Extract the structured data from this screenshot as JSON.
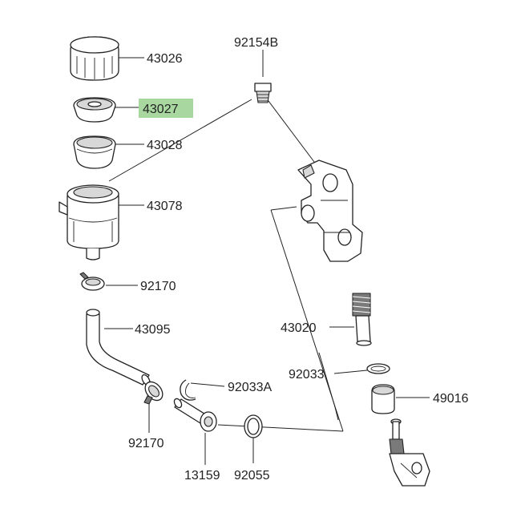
{
  "parts": [
    {
      "id": "43026",
      "label": "43026",
      "highlighted": false
    },
    {
      "id": "43027",
      "label": "43027",
      "highlighted": true
    },
    {
      "id": "43028",
      "label": "43028",
      "highlighted": false
    },
    {
      "id": "43078",
      "label": "43078",
      "highlighted": false
    },
    {
      "id": "92170a",
      "label": "92170",
      "highlighted": false
    },
    {
      "id": "43095",
      "label": "43095",
      "highlighted": false
    },
    {
      "id": "92170b",
      "label": "92170",
      "highlighted": false
    },
    {
      "id": "13159",
      "label": "13159",
      "highlighted": false
    },
    {
      "id": "92055",
      "label": "92055",
      "highlighted": false
    },
    {
      "id": "92033A",
      "label": "92033A",
      "highlighted": false
    },
    {
      "id": "92154B",
      "label": "92154B",
      "highlighted": false
    },
    {
      "id": "43020",
      "label": "43020",
      "highlighted": false
    },
    {
      "id": "92033",
      "label": "92033",
      "highlighted": false
    },
    {
      "id": "49016",
      "label": "49016",
      "highlighted": false
    }
  ],
  "highlight_color": "#a8d8a0"
}
